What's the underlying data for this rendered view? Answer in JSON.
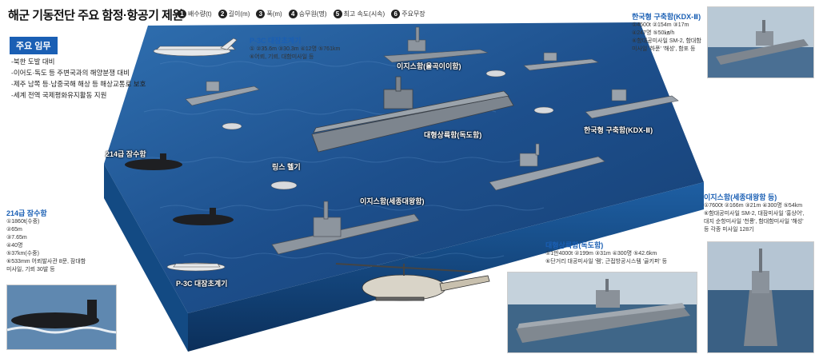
{
  "header": {
    "title": "해군 기동전단 주요 함정·항공기 제원",
    "legend": [
      {
        "num": "1",
        "label": "배수량(t)"
      },
      {
        "num": "2",
        "label": "길이(m)"
      },
      {
        "num": "3",
        "label": "폭(m)"
      },
      {
        "num": "4",
        "label": "승무원(명)"
      },
      {
        "num": "5",
        "label": "최고 속도(시속)"
      },
      {
        "num": "6",
        "label": "주요무장"
      }
    ]
  },
  "mission": {
    "badge": "주요 임무",
    "items": [
      "-북한 도발 대비",
      "-이어도·독도 등 주변국과의 해양분쟁 대비",
      "-제주 남쪽 등·남중국해 해상 등 해상교통로 보호",
      "-세계 전역 국제평화유지활동 지원"
    ]
  },
  "map_labels": {
    "aegis_yulgok": "이지스함(율곡이이함)",
    "dokdo": "대형상륙함(독도함)",
    "kdx2": "한국형 구축함(KDX-Ⅱ)",
    "sub214": "214급 잠수함",
    "lynx": "링스 헬기",
    "aegis_sejong": "이지스함(세종대왕함)",
    "p3c_bottom": "P-3C 대잠초계기"
  },
  "p3c_spec": {
    "title": "P-3C 대잠초계기",
    "lines": [
      "①  ②35.6m  ③30.3m  ④12명  ⑤761km",
      "⑥어뢰, 기뢰, 대함미사일 등"
    ]
  },
  "kdx2_spec": {
    "title": "한국형 구축함(KDX-Ⅱ)",
    "lines": [
      "①4500t  ②154m  ③17m",
      "④247명  ⑤50㎞/h",
      "⑥함대공미사일 SM-2, 함대함",
      "미사일 '하푼' '해성', 함포 등"
    ]
  },
  "sub214_spec": {
    "title": "214급 잠수함",
    "lines": [
      "①1860t(수중)",
      "②65m",
      "③7.65m",
      "④40명",
      "⑤37km(수중)",
      "⑥533mm 어뢰발사관 8문, 잠대함",
      "미사일, 기뢰 30발 등"
    ]
  },
  "dokdo_spec": {
    "title": "대형상륙함(독도함)",
    "lines": [
      "①1만4000t  ②199m  ③31m  ④300명  ⑤42.6km",
      "⑥단거리 대공미사일 '램', 근접방공시스템 '골키퍼' 등"
    ]
  },
  "sejong_spec": {
    "title": "이지스함(세종대왕함 등)",
    "lines": [
      "①7600t  ②166m  ③21m  ④300명  ⑤54km",
      "⑥함대공미사일 SM-2, 대잠미사일 '홍상어',",
      "대지 순항미사일 '천룡', 함대함미사일 '해성'",
      "등 각종 미사일 128기"
    ]
  },
  "colors": {
    "accent": "#1a5fb4",
    "sea": "#1d4f8c",
    "sea_side": "#0b2f5a"
  },
  "icons": {
    "legend_marker": "black-circle-number",
    "mission_badge": "blue-box"
  }
}
